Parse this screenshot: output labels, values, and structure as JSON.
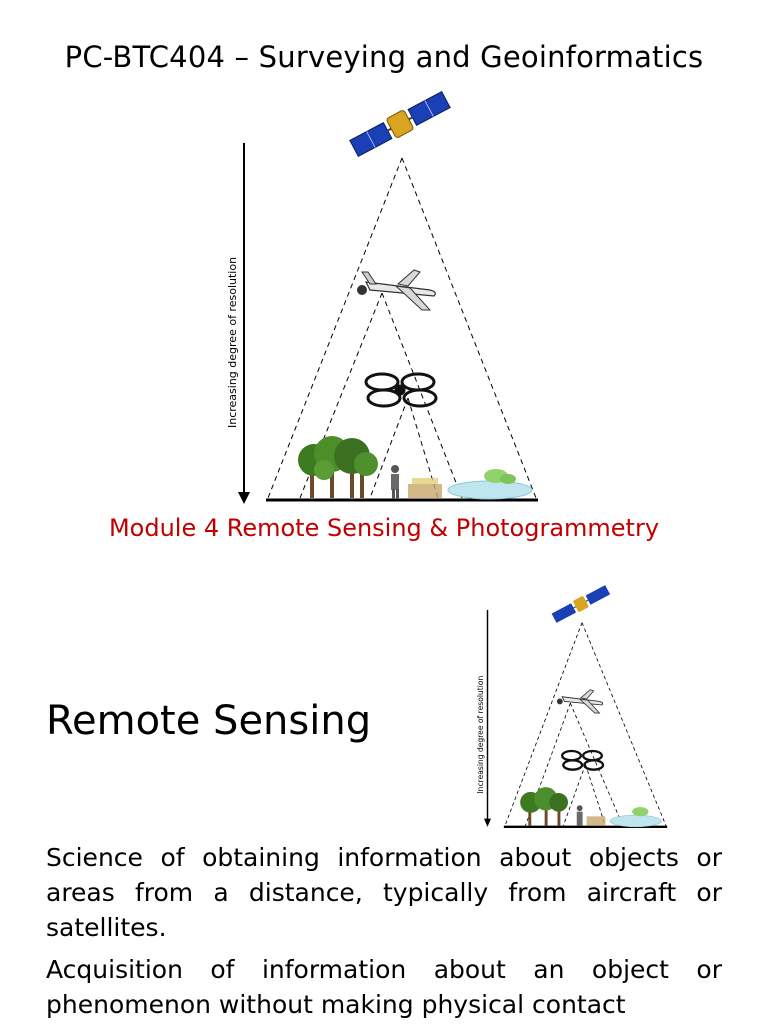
{
  "slide1": {
    "title": "PC-BTC404 – Surveying and Geoinformatics",
    "subtitle": "Module 4 Remote Sensing & Photogrammetry",
    "diagram_axis_label": "Increasing degree of resolution"
  },
  "slide2": {
    "heading": "Remote Sensing",
    "diagram_axis_label": "Increasing degree of resolution",
    "paragraphs": [
      "Science of obtaining information about objects or areas from a distance, typically from aircraft or satellites.",
      "Acquisition of information about an object or phenomenon without making physical contact"
    ]
  },
  "icons": [
    "satellite-icon",
    "airplane-icon",
    "drone-icon",
    "tree-icon",
    "person-icon",
    "pond-icon"
  ],
  "colors": {
    "subtitle": "#c00000",
    "text": "#000000",
    "background": "#ffffff"
  }
}
